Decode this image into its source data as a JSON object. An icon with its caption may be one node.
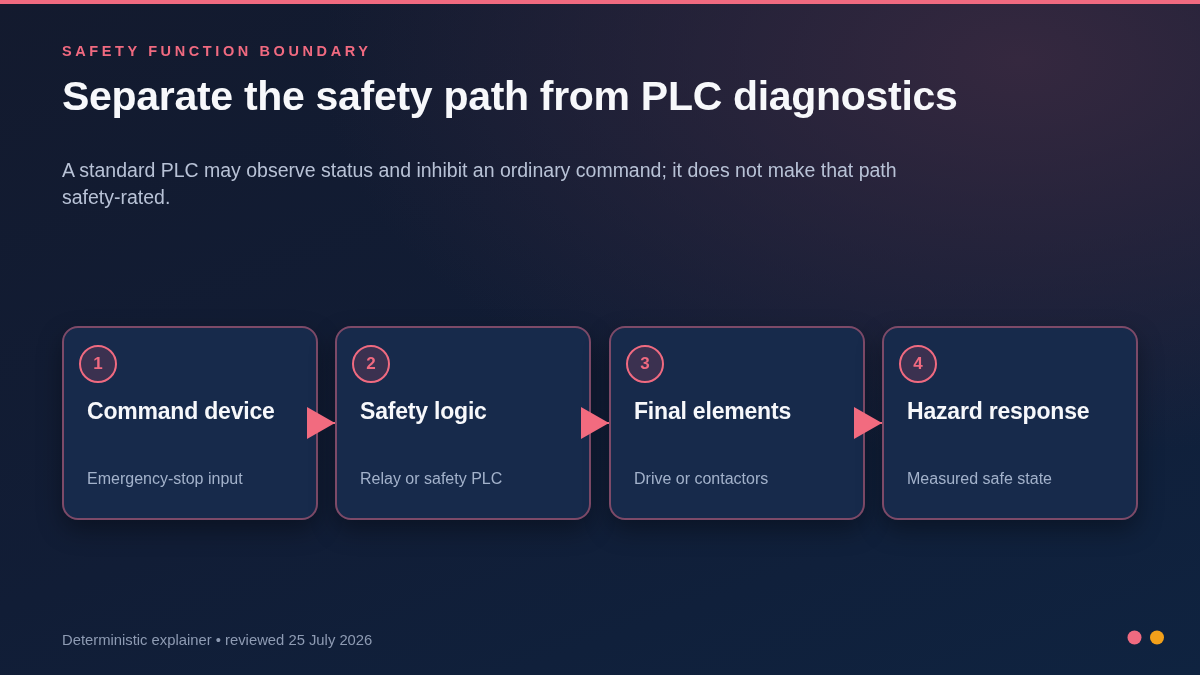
{
  "diagram": {
    "title": "Separate the safety path from PLC diagnostics",
    "nodes": [
      {
        "text": [
          "1",
          "Command device",
          "Emergency-stop input"
        ]
      },
      {
        "text": [
          "2",
          "Safety logic",
          "Relay or safety PLC"
        ]
      },
      {
        "text": [
          "3",
          "Final elements",
          "Drive or contactors"
        ]
      },
      {
        "text": [
          "4",
          "Hazard response",
          "Measured safe state"
        ]
      }
    ],
    "edges": [
      {
        "from": 0,
        "to": 1,
        "arrow": "to"
      },
      {
        "from": 1,
        "to": 2,
        "arrow": "to"
      },
      {
        "from": 2,
        "to": 3,
        "arrow": "to"
      }
    ],
    "labels": [
      "SAFETY FUNCTION BOUNDARY",
      "A standard PLC may observe status and inhibit an ordinary command; it does not make that path safety-rated.",
      "Deterministic explainer • reviewed 25 July 2026"
    ]
  }
}
